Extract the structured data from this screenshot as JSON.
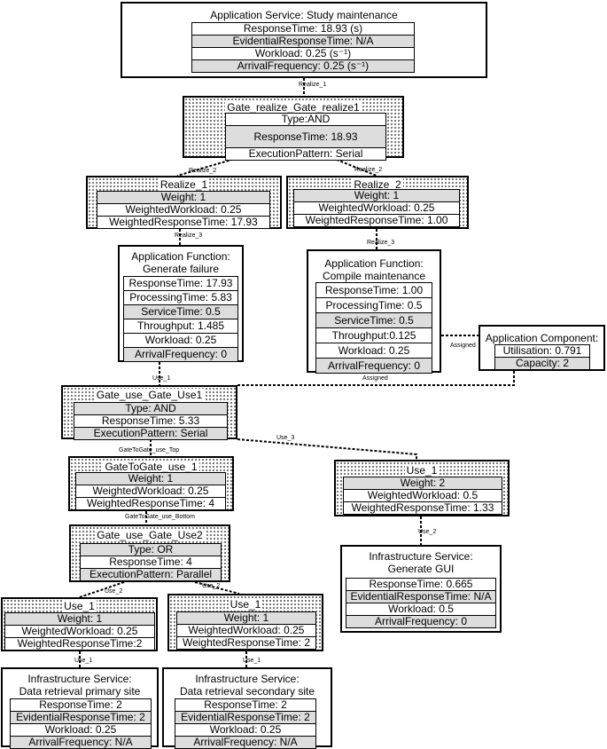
{
  "app_service": {
    "title": "Application Service: Study maintenance",
    "rows": [
      "ResponseTime: 18.93 (s)",
      "EvidentialResponseTime: N/A",
      "Workload: 0.25 (s⁻¹)",
      "ArrivalFrequency: 0.25 (s⁻¹)"
    ]
  },
  "gate_realize": {
    "title": "Gate_realize_Gate_realize1",
    "rows": [
      "Type:AND",
      "ResponseTime: 18.93",
      "ExecutionPattern: Serial"
    ]
  },
  "realize1": {
    "title": "Realize_1",
    "rows": [
      "Weight: 1",
      "WeightedWorkload: 0.25",
      "WeightedResponseTime: 17.93"
    ]
  },
  "realize2": {
    "title": "Realize_2",
    "rows": [
      "Weight: 1",
      "WeightedWorkload: 0.25",
      "WeightedResponseTime: 1.00"
    ]
  },
  "func_failure": {
    "title1": "Application Function:",
    "title2": "Generate failure",
    "rows": [
      "ResponseTime: 17.93",
      "ProcessingTime: 5.83",
      "ServiceTime: 0.5",
      "Throughput: 1.485",
      "Workload: 0.25",
      "ArrivalFrequency: 0"
    ]
  },
  "func_compile": {
    "title1": "Application Function:",
    "title2": "Compile maintenance",
    "rows": [
      "ResponseTime: 1.00",
      "ProcessingTime: 0.5",
      "ServiceTime: 0.5",
      "Throughput:0.125",
      "Workload: 0.25",
      "ArrivalFrequency: 0"
    ]
  },
  "component": {
    "title": "Application Component:",
    "rows": [
      "Utilisation: 0.791",
      "Capacity: 2"
    ]
  },
  "gate_use1": {
    "title": "Gate_use_Gate_Use1",
    "rows": [
      "Type: AND",
      "ResponseTime: 5.33",
      "ExecutionPattern: Serial"
    ]
  },
  "gtg_use1": {
    "title": "GateToGate_use_1",
    "rows": [
      "Weight: 1",
      "WeightedWorkload: 0.25",
      "WeightedResponseTime: 4"
    ]
  },
  "use1_right": {
    "title": "Use_1",
    "rows": [
      "Weight: 2",
      "WeightedWorkload: 0.5",
      "WeightedResponseTime: 1.33"
    ]
  },
  "gate_use2": {
    "title": "Gate_use_Gate_Use2",
    "rows": [
      "Type: OR",
      "ResponseTime: 4",
      "ExecutionPattern: Parallel"
    ]
  },
  "infra_gui": {
    "title1": "Infrastructure Service:",
    "title2": "Generate GUI",
    "rows": [
      "ResponseTime: 0.665",
      "EvidentialResponseTime: N/A",
      "Workload: 0.5",
      "ArrivalFrequency: 0"
    ]
  },
  "use1_a": {
    "title": "Use_1",
    "rows": [
      "Weight: 1",
      "WeightedWorkload: 0.25",
      "WeightedResponseTime:2"
    ]
  },
  "use1_b": {
    "title": "Use_1",
    "rows": [
      "Weight: 1",
      "WeightedWorkload: 0.25",
      "WeightedResponseTime: 2"
    ]
  },
  "infra_primary": {
    "title1": "Infrastructure Service:",
    "title2": "Data retrieval primary site",
    "rows": [
      "ResponseTime: 2",
      "EvidentialResponseTime: 2",
      "Workload: 0.25",
      "ArrivalFrequency: N/A"
    ]
  },
  "infra_secondary": {
    "title1": "Infrastructure Service:",
    "title2": "Data retrieval secondary site",
    "rows": [
      "ResponseTime: 2",
      "EvidentialResponseTime: 2",
      "Workload: 0.25",
      "ArrivalFrequency: N/A"
    ]
  },
  "labels": {
    "realize_1": "Realize_1",
    "realize_2a": "Realize_2",
    "realize_2b": "Realize_2",
    "realize_3a": "Realize_3",
    "realize_3b": "Realize_3",
    "assigned_a": "Assigned",
    "assigned_b": "Assigned",
    "use_1": "Use_1",
    "use_3": "Use_3",
    "gtg_top": "GateToGate_use_Top",
    "gtg_bottom": "GateToGate_use_Bottom",
    "use_2a": "Use_2",
    "use_2b": "Use_2",
    "use_2c": "Use_2",
    "use_1a": "Use_1",
    "use_1b": "Use_1"
  }
}
